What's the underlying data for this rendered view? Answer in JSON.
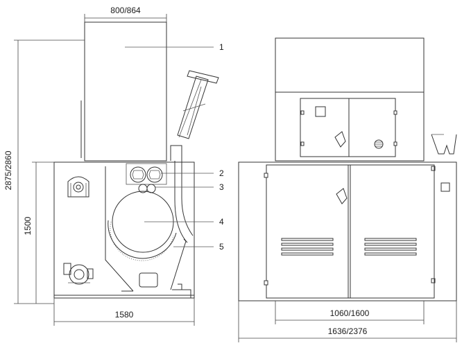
{
  "dimensions": {
    "top_width": "800/864",
    "total_height": "2875/2860",
    "base_height": "1500",
    "side_width": "1580",
    "inner_width": "1060/1600",
    "total_width": "1636/2376"
  },
  "callouts": [
    {
      "label": "1"
    },
    {
      "label": "2"
    },
    {
      "label": "3"
    },
    {
      "label": "4"
    },
    {
      "label": "5"
    }
  ]
}
